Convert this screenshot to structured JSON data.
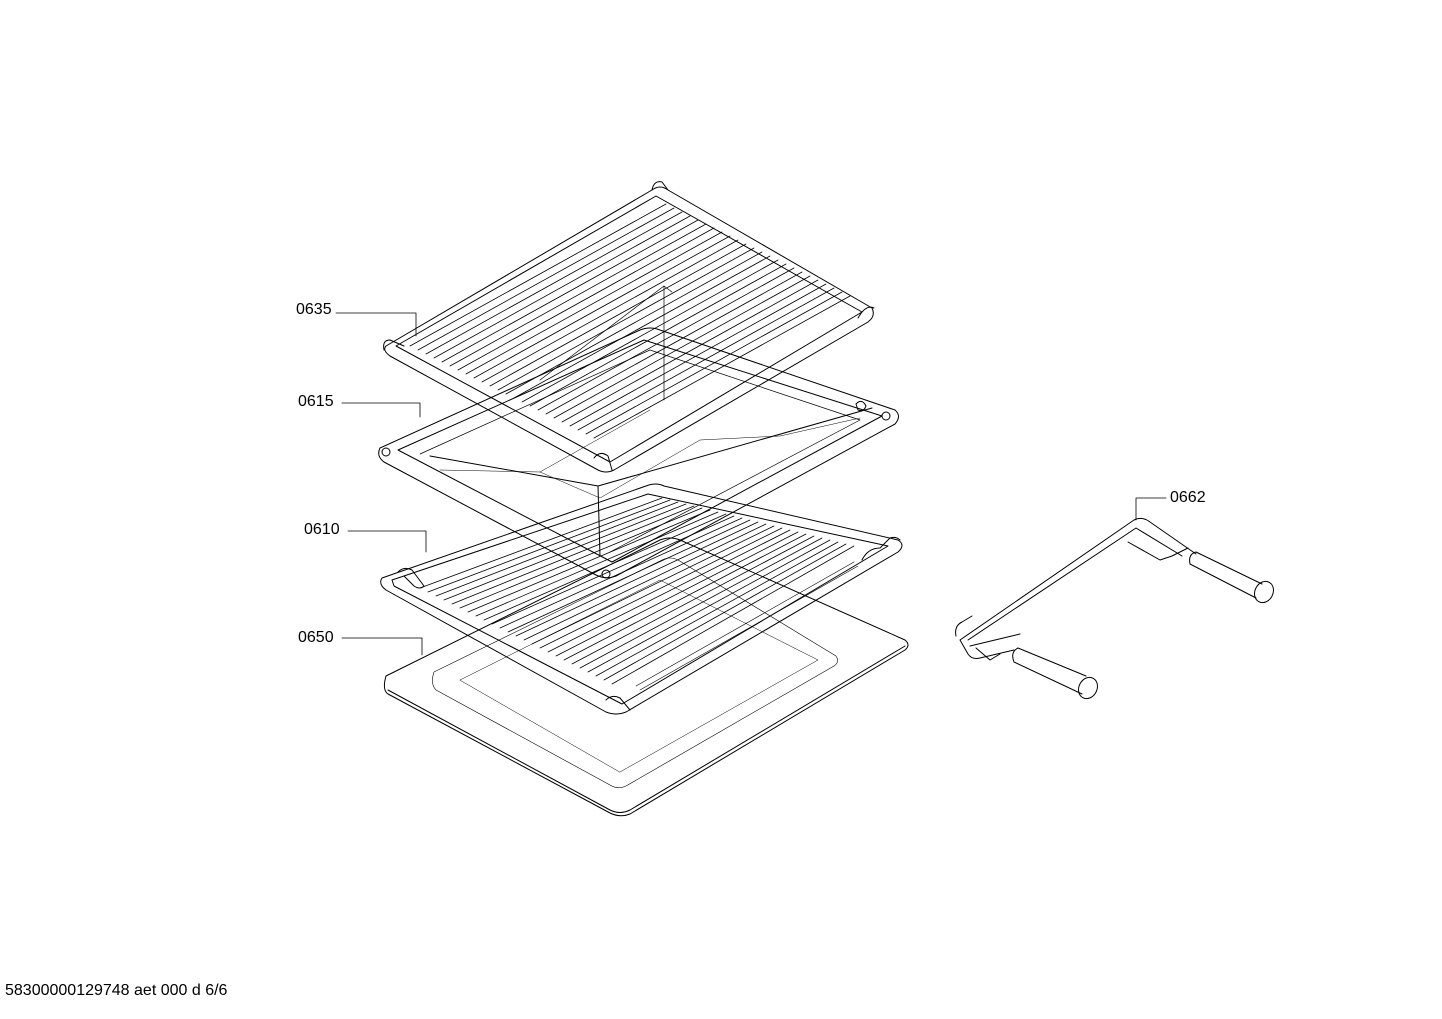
{
  "labels": {
    "rack_top": "0635",
    "baking_tray": "0615",
    "rack_bottom": "0610",
    "universal_pan": "0650",
    "pan_handle": "0662"
  },
  "footer": "58300000129748 aet 000 d 6/6"
}
